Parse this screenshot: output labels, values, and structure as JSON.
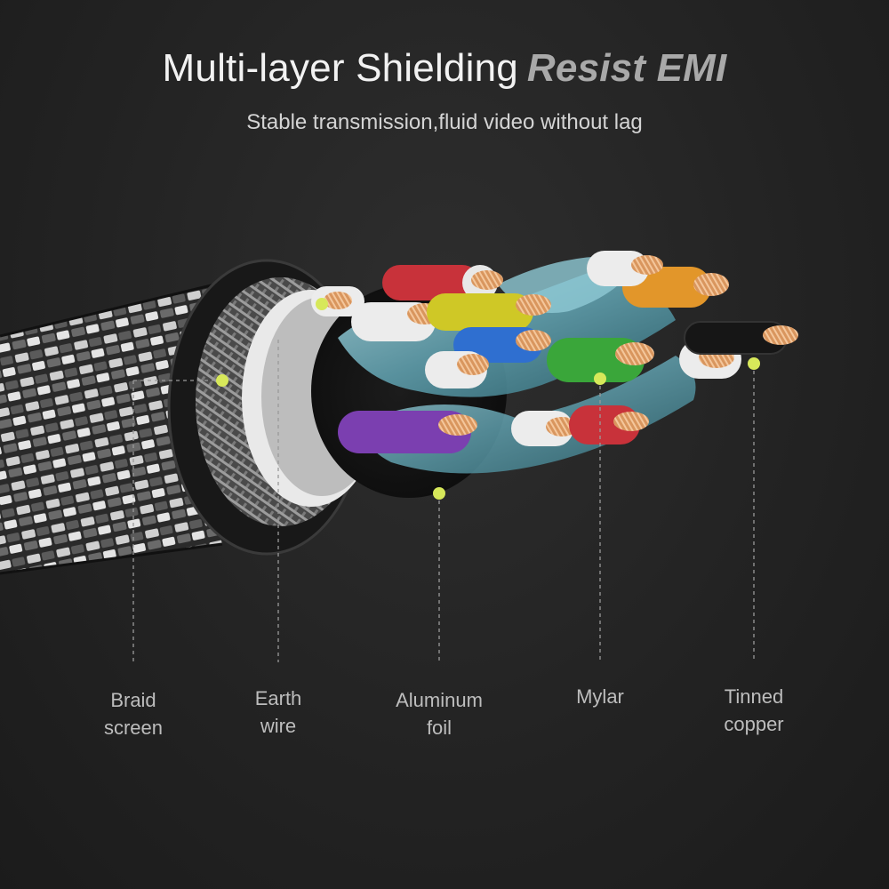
{
  "header": {
    "title_main": "Multi-layer Shielding",
    "title_accent": "Resist EMI",
    "subtitle": "Stable transmission,fluid video without lag"
  },
  "callouts": [
    {
      "id": "braid-screen",
      "line1": "Braid",
      "line2": "screen"
    },
    {
      "id": "earth-wire",
      "line1": "Earth",
      "line2": "wire"
    },
    {
      "id": "aluminum-foil",
      "line1": "Aluminum",
      "line2": "foil"
    },
    {
      "id": "mylar",
      "line1": "Mylar",
      "line2": ""
    },
    {
      "id": "tinned-copper",
      "line1": "Tinned",
      "line2": "copper"
    }
  ],
  "colors": {
    "background": "#232323",
    "marker": "#d7e85a",
    "leader": "#9a9a9a",
    "foil": "#7fb8c4",
    "copper": "#e2a574"
  },
  "conductors": [
    {
      "name": "red",
      "color": "#c8323a"
    },
    {
      "name": "orange",
      "color": "#e2962a"
    },
    {
      "name": "yellow",
      "color": "#cfc826"
    },
    {
      "name": "blue",
      "color": "#2f6fd0"
    },
    {
      "name": "green",
      "color": "#3aa63a"
    },
    {
      "name": "purple",
      "color": "#7b3fb0"
    },
    {
      "name": "black",
      "color": "#161616"
    },
    {
      "name": "white",
      "color": "#ececec"
    }
  ]
}
